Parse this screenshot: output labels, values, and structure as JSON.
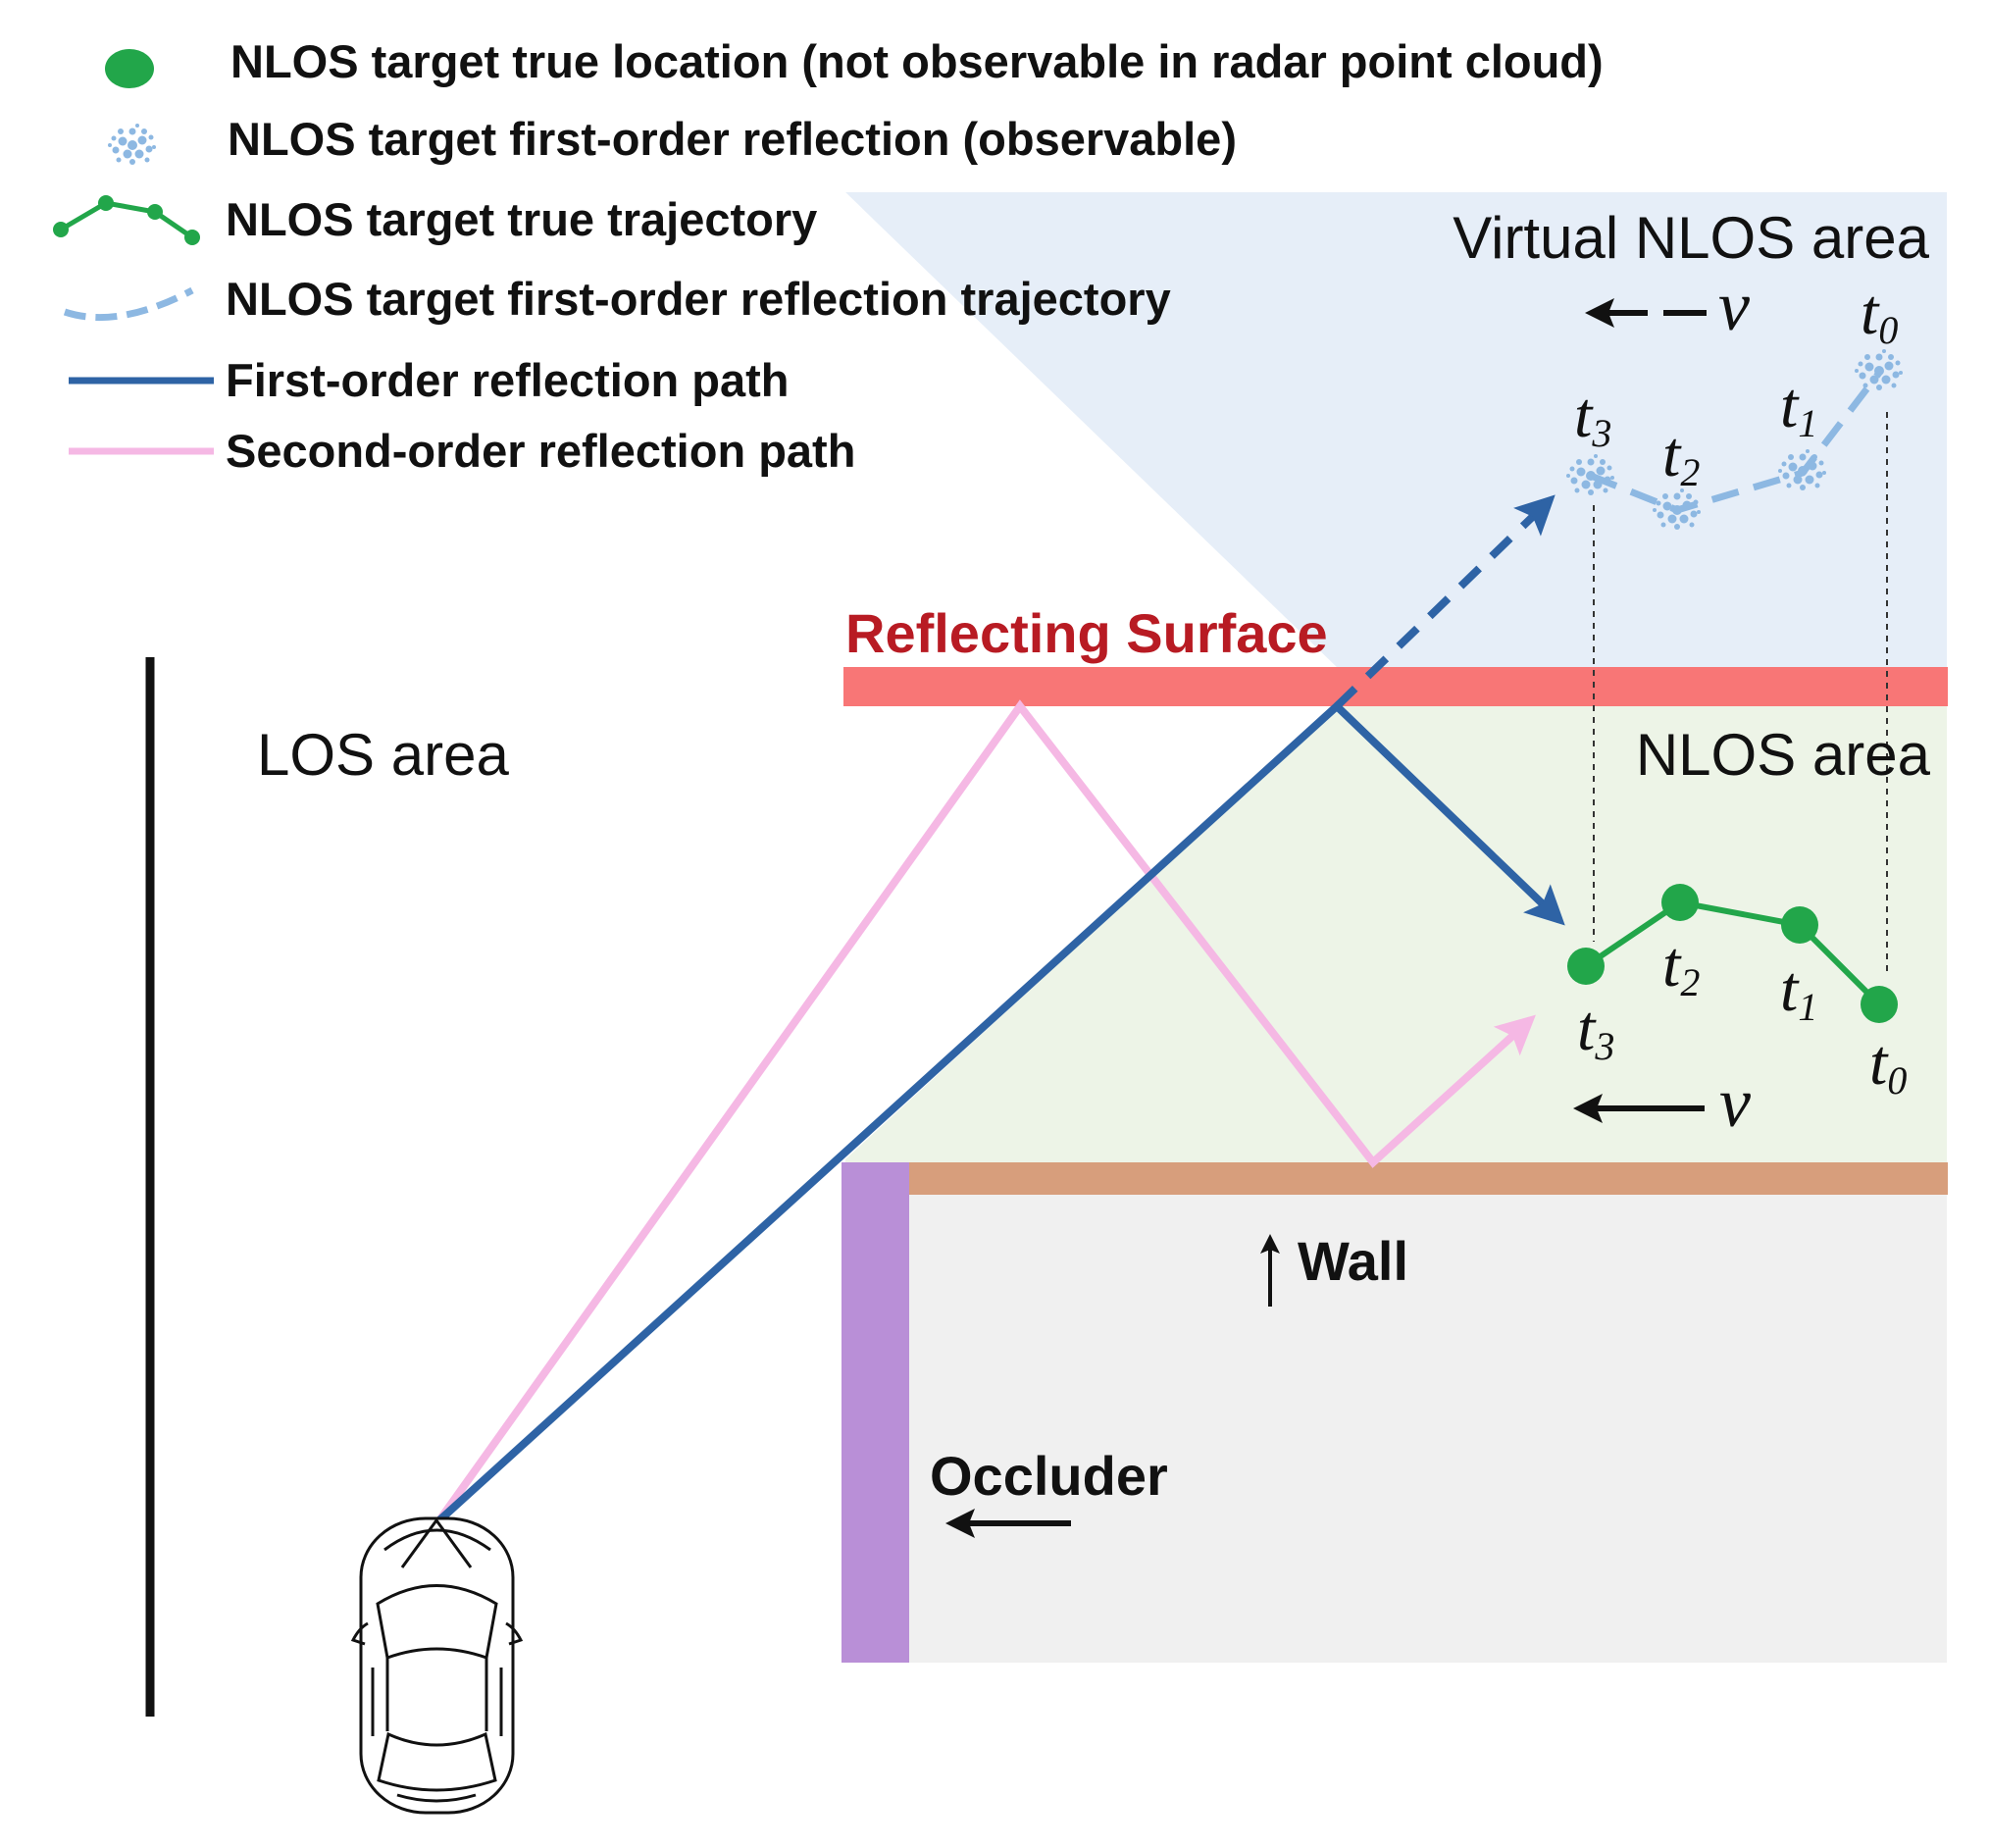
{
  "legend": {
    "true_location": "NLOS target true location (not observable in radar point cloud)",
    "first_order_reflection": "NLOS target first-order reflection (observable)",
    "true_trajectory": "NLOS target true trajectory",
    "reflection_trajectory": "NLOS target first-order reflection trajectory",
    "first_order_path": "First-order reflection path",
    "second_order_path": "Second-order reflection path"
  },
  "areas": {
    "virtual_nlos": "Virtual NLOS area",
    "nlos": "NLOS area",
    "los": "LOS area"
  },
  "labels": {
    "reflecting_surface": "Reflecting Surface",
    "wall": "Wall",
    "occluder": "Occluder",
    "velocity": "v"
  },
  "time_steps": {
    "virtual": [
      {
        "base": "t",
        "sub": "3"
      },
      {
        "base": "t",
        "sub": "2"
      },
      {
        "base": "t",
        "sub": "1"
      },
      {
        "base": "t",
        "sub": "0"
      }
    ],
    "true": [
      {
        "base": "t",
        "sub": "3"
      },
      {
        "base": "t",
        "sub": "2"
      },
      {
        "base": "t",
        "sub": "1"
      },
      {
        "base": "t",
        "sub": "0"
      }
    ]
  },
  "colors": {
    "virtual_area": "#e6eef8",
    "nlos_area": "#edf4e7",
    "reflecting_surface": "#f87676",
    "reflecting_surface_text": "#b81b23",
    "wall": "#d79e7c",
    "occluder": "#b98fd7",
    "occluded_region": "#f0f0f0",
    "first_order_path": "#2e63a5",
    "second_order_path": "#f5b8e4",
    "true_target": "#22a64a",
    "reflection_target": "#8db8e2"
  },
  "icons": {
    "vehicle": "car-top-view-icon",
    "point_cloud": "point-cloud-icon"
  }
}
